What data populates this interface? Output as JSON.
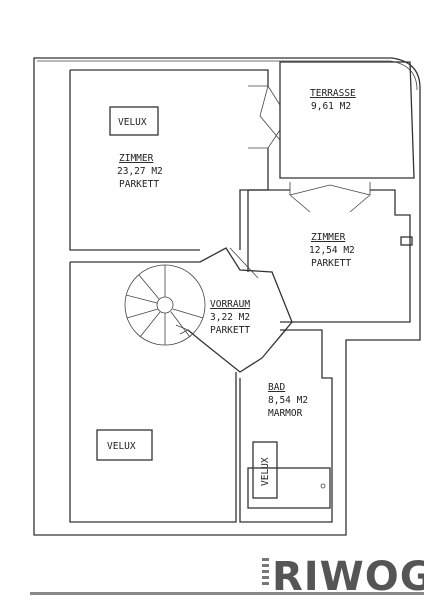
{
  "rooms": {
    "zimmer1": {
      "name": "ZIMMER",
      "area": "23,27 M2",
      "floor": "PARKETT"
    },
    "terrasse": {
      "name": "TERRASSE",
      "area": "9,61  M2"
    },
    "zimmer2": {
      "name": "ZIMMER",
      "area": "12,54 M2",
      "floor": "PARKETT"
    },
    "vorraum": {
      "name": "VORRAUM",
      "area": "3,22  M2",
      "floor": "PARKETT"
    },
    "bad": {
      "name": "BAD",
      "area": "8,54 M2",
      "floor": "MARMOR"
    }
  },
  "skylights": {
    "velux1": "VELUX",
    "velux2": "VELUX",
    "velux3": "VELUX"
  },
  "brand": {
    "logo_text": "RIWOG"
  }
}
